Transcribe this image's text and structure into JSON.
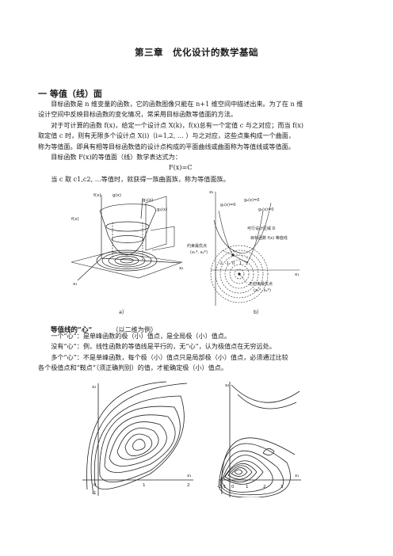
{
  "title": "第三章　优化设计的数学基础",
  "section": "一 等值（线）面",
  "para1": [
    "　　目标函数是 n 维变量的函数，它的函数图像只能在 n+1 维空间中描述出来。为了在 n 维",
    "设计空间中反映目标函数的变化情况，常采用目标函数等值面的方法。"
  ],
  "para2": [
    "　　对于可计算的函数 f(x)，给定一个设计点 X(k)，f(x)总有一个定值 c 与之对应；而当 f(x)",
    "取定值 c 时，则有无限多个设计点 X(i)（i=1,2, … ）与之对应，这些点集构成一个曲面，",
    "称为等值面。即具有相等目标函数值的设计点构成的平面曲线或曲面称为等值线或等值面。",
    "　　目标函数 F(x)的等值面（线）数学表达式为："
  ],
  "formula": "F(x)=C",
  "para3": "　　当 c 取 c1,c2, …等值时，就获得一族曲面族，称为等值面族。",
  "figure1": {
    "left_labels": [
      "f(x)",
      "g(x)",
      "g₁(x)",
      "g₂(x)",
      "f(x)",
      "x₁",
      "x₂"
    ],
    "right_labels": [
      "x₂",
      "g₁(x)=0",
      "g₂(x)=0",
      "g₃(x)=0",
      "可行设计区域 D",
      "目标函数 f(x) 等值线",
      "约束最优点",
      "(x₁*, x₂*)",
      "无约束最优点",
      "(x₁*, x₂*)",
      "x₁",
      "-2",
      "-1",
      "0",
      "1",
      "2"
    ],
    "caption_a": "a）",
    "caption_b": "b）"
  },
  "subheading": "等值线的“心”",
  "subheading_note": "（以二维为例）",
  "para4": [
    "　　一个“心”：是单峰函数的极（小）值点，是全局极（小）值点。",
    "　　没有“心”：例，线性函数的等值线是平行的，无“心”，认为极值点在无穷远处。",
    "　　多个“心”：不是单峰函数，每个极（小）值点只是局部极（小）值点，必须通过比较",
    "各个极值点和“鞍点”（须正确判别）的值，才能确定极（小）值点。"
  ],
  "figure2": {
    "left_labels": [
      "x₂",
      "x₁",
      "0",
      "1",
      "2",
      "-1"
    ],
    "right_labels": [
      "x₂",
      "x₁",
      "-2",
      "-1",
      "0",
      "1",
      "2",
      "3"
    ]
  }
}
